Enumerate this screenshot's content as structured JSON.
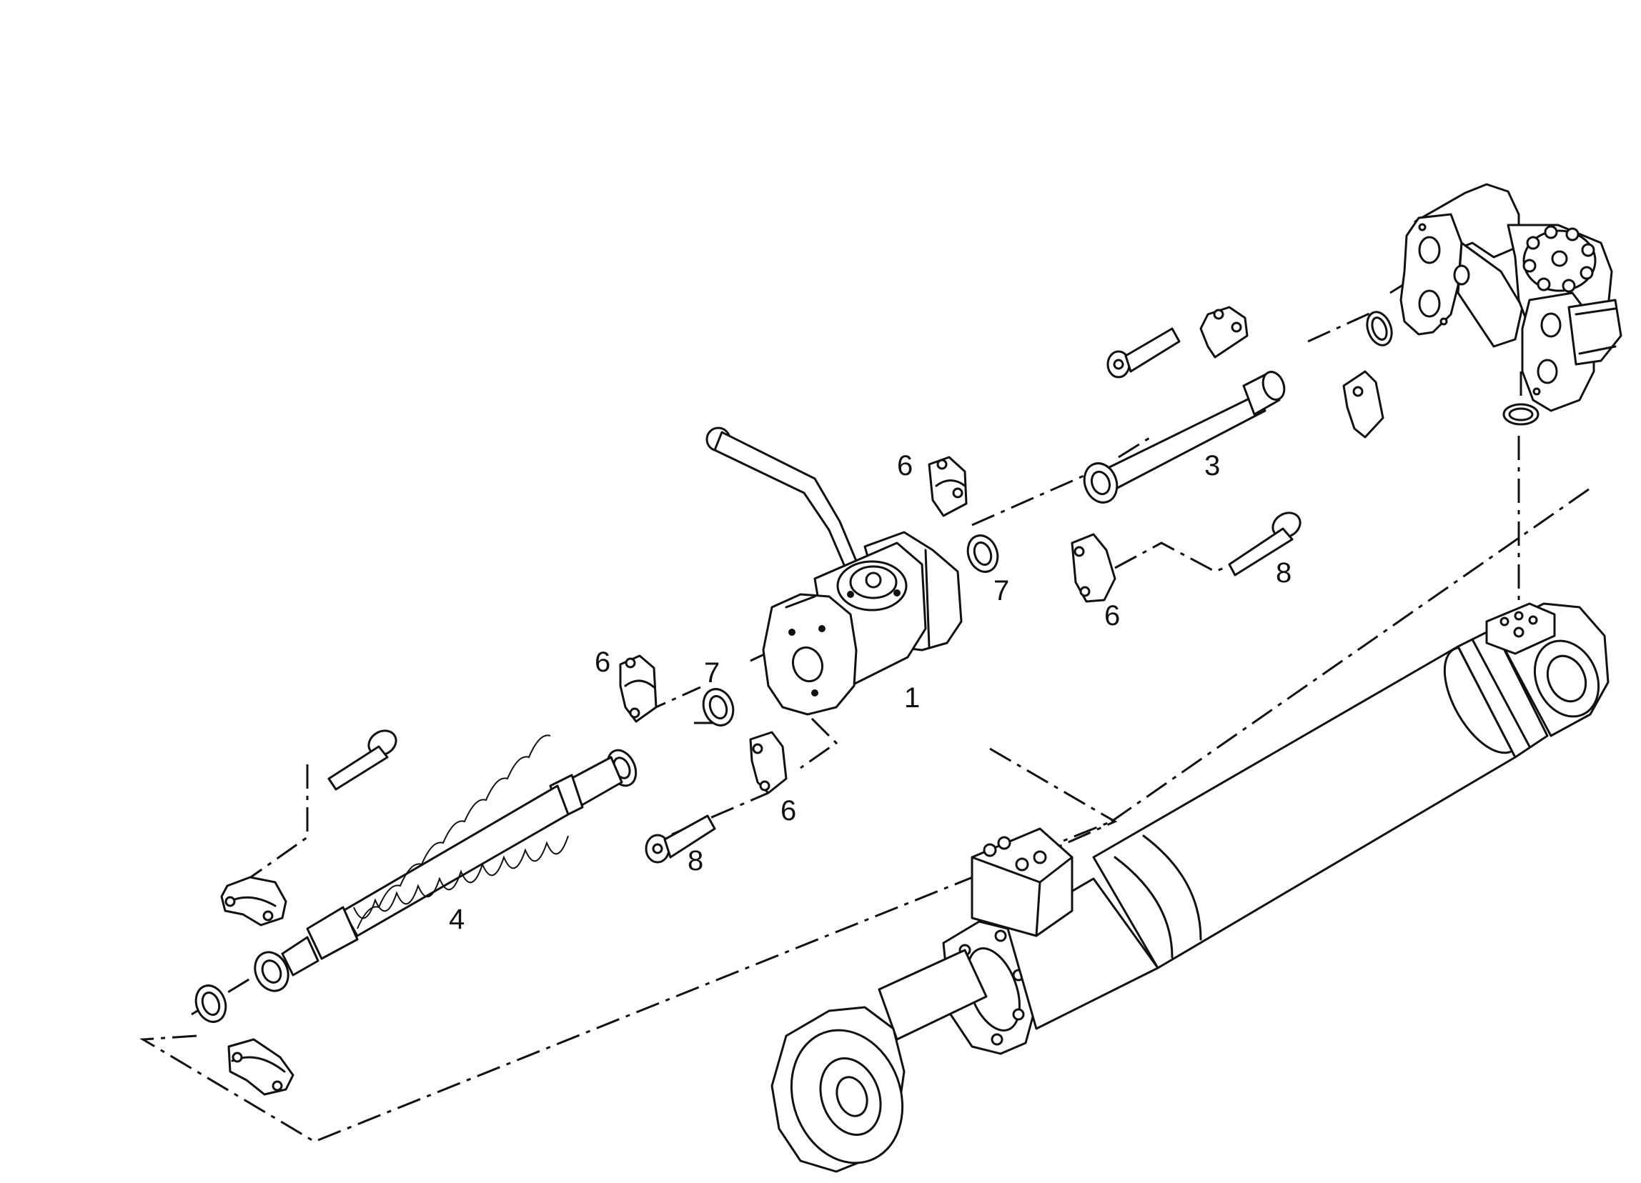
{
  "callouts": {
    "c1": "1",
    "c3": "3",
    "c4": "4",
    "c6a": "6",
    "c6b": "6",
    "c6c": "6",
    "c6d": "6",
    "c7a": "7",
    "c7b": "7",
    "c8a": "8",
    "c8b": "8"
  }
}
